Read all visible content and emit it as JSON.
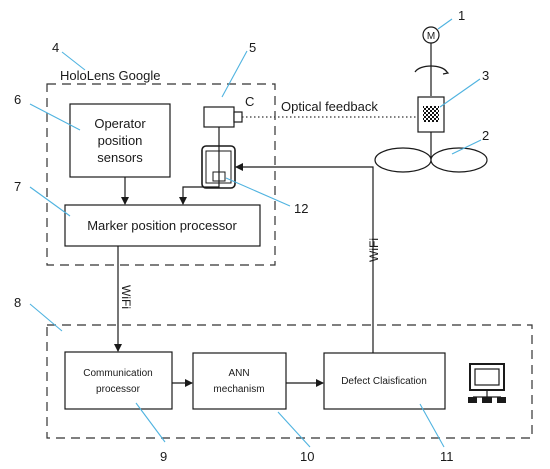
{
  "hololens_label": "HoloLens Google",
  "boxes": {
    "operator_sensors": [
      "Operator",
      "position",
      "sensors"
    ],
    "marker_processor": "Marker position processor",
    "comm_processor": [
      "Communication",
      "processor"
    ],
    "ann": [
      "ANN",
      "mechanism"
    ],
    "defect": "Defect Claisfication"
  },
  "camera_label": "C",
  "optical_feedback": "Optical feedback",
  "motor_symbol": "M",
  "wifi_labels": [
    "WiFi",
    "WiFi"
  ],
  "ref_numbers": [
    "1",
    "2",
    "3",
    "4",
    "5",
    "6",
    "7",
    "8",
    "9",
    "10",
    "11",
    "12"
  ],
  "colors": {
    "leader": "#4fb3e0",
    "line": "#1a1a1a"
  },
  "icons": [
    "camera-icon",
    "motor-icon",
    "propeller-icon",
    "checker-marker-icon",
    "tablet-icon",
    "computer-icon"
  ]
}
